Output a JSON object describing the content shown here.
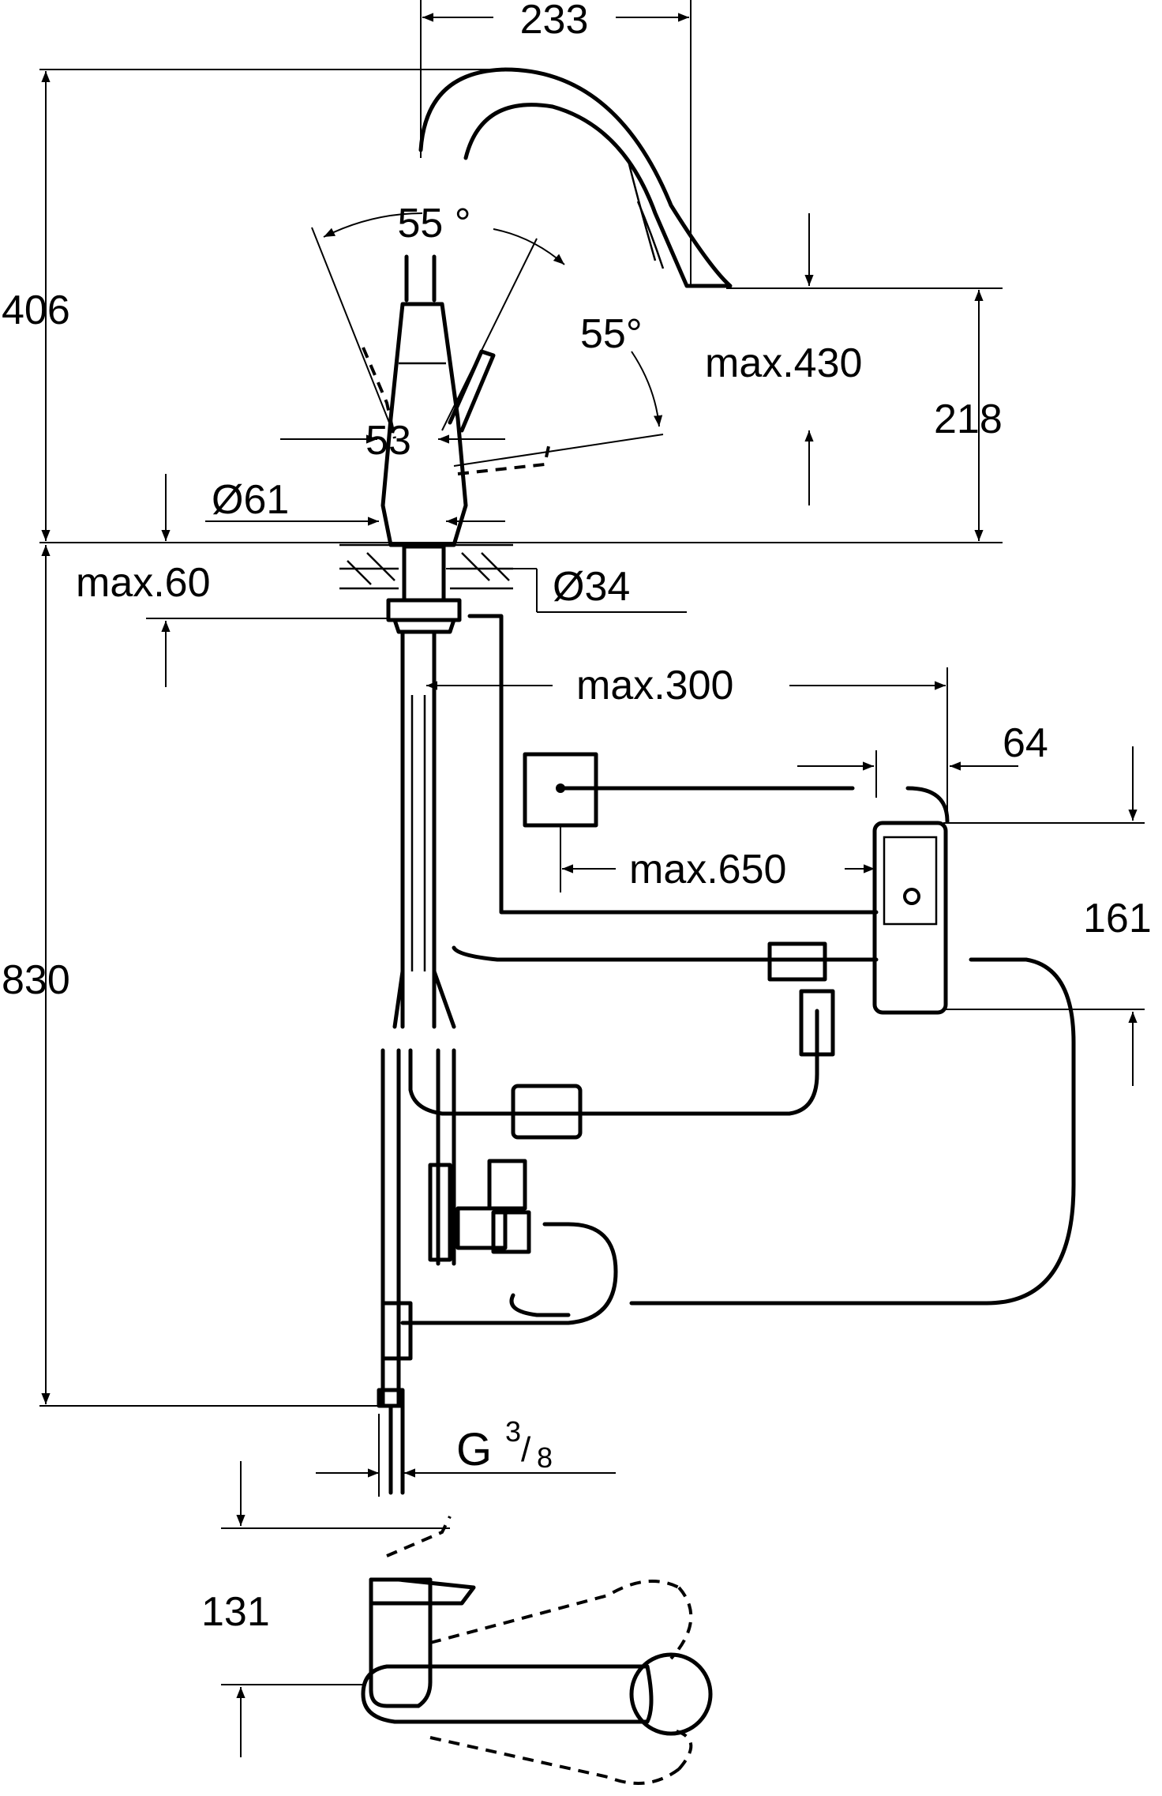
{
  "dimensions": {
    "d233": "233",
    "d406": "406",
    "d55a": "55 °",
    "d55b": "55°",
    "dmax430": "max.430",
    "d218": "218",
    "d53": "53",
    "d61": "Ø61",
    "dmax60": "max.60",
    "d34": "Ø34",
    "dmax300": "max.300",
    "d64": "64",
    "dmax650": "max.650",
    "d161": "161",
    "d830": "830",
    "g_main": "G",
    "g_num": "3",
    "g_den": "8",
    "d131": "131"
  },
  "colors": {
    "line": "#000000",
    "background": "#ffffff"
  }
}
